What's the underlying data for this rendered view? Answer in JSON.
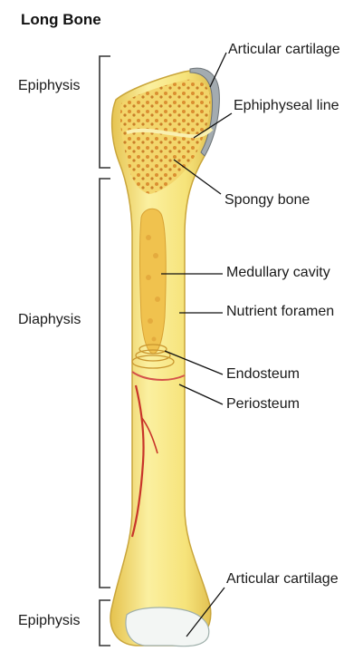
{
  "title": "Long Bone",
  "regions": {
    "proximal": "Epiphysis",
    "middle": "Diaphysis",
    "distal": "Epiphysis"
  },
  "labels": {
    "articular_cartilage_top": "Articular cartilage",
    "epiphyseal_line": "Ephiphyseal line",
    "spongy_bone": "Spongy bone",
    "medullary_cavity": "Medullary cavity",
    "nutrient_foramen": "Nutrient foramen",
    "endosteum": "Endosteum",
    "periosteum": "Periosteum",
    "articular_cartilage_bottom": "Articular cartilage"
  },
  "colors": {
    "bone": "#f7e77c",
    "bone_edge": "#d8b640",
    "spongy": "#e9a53a",
    "marrow": "#f2c95a",
    "vessel": "#c8342a",
    "cartilage": "#9aa3a8",
    "leader": "#111111"
  }
}
